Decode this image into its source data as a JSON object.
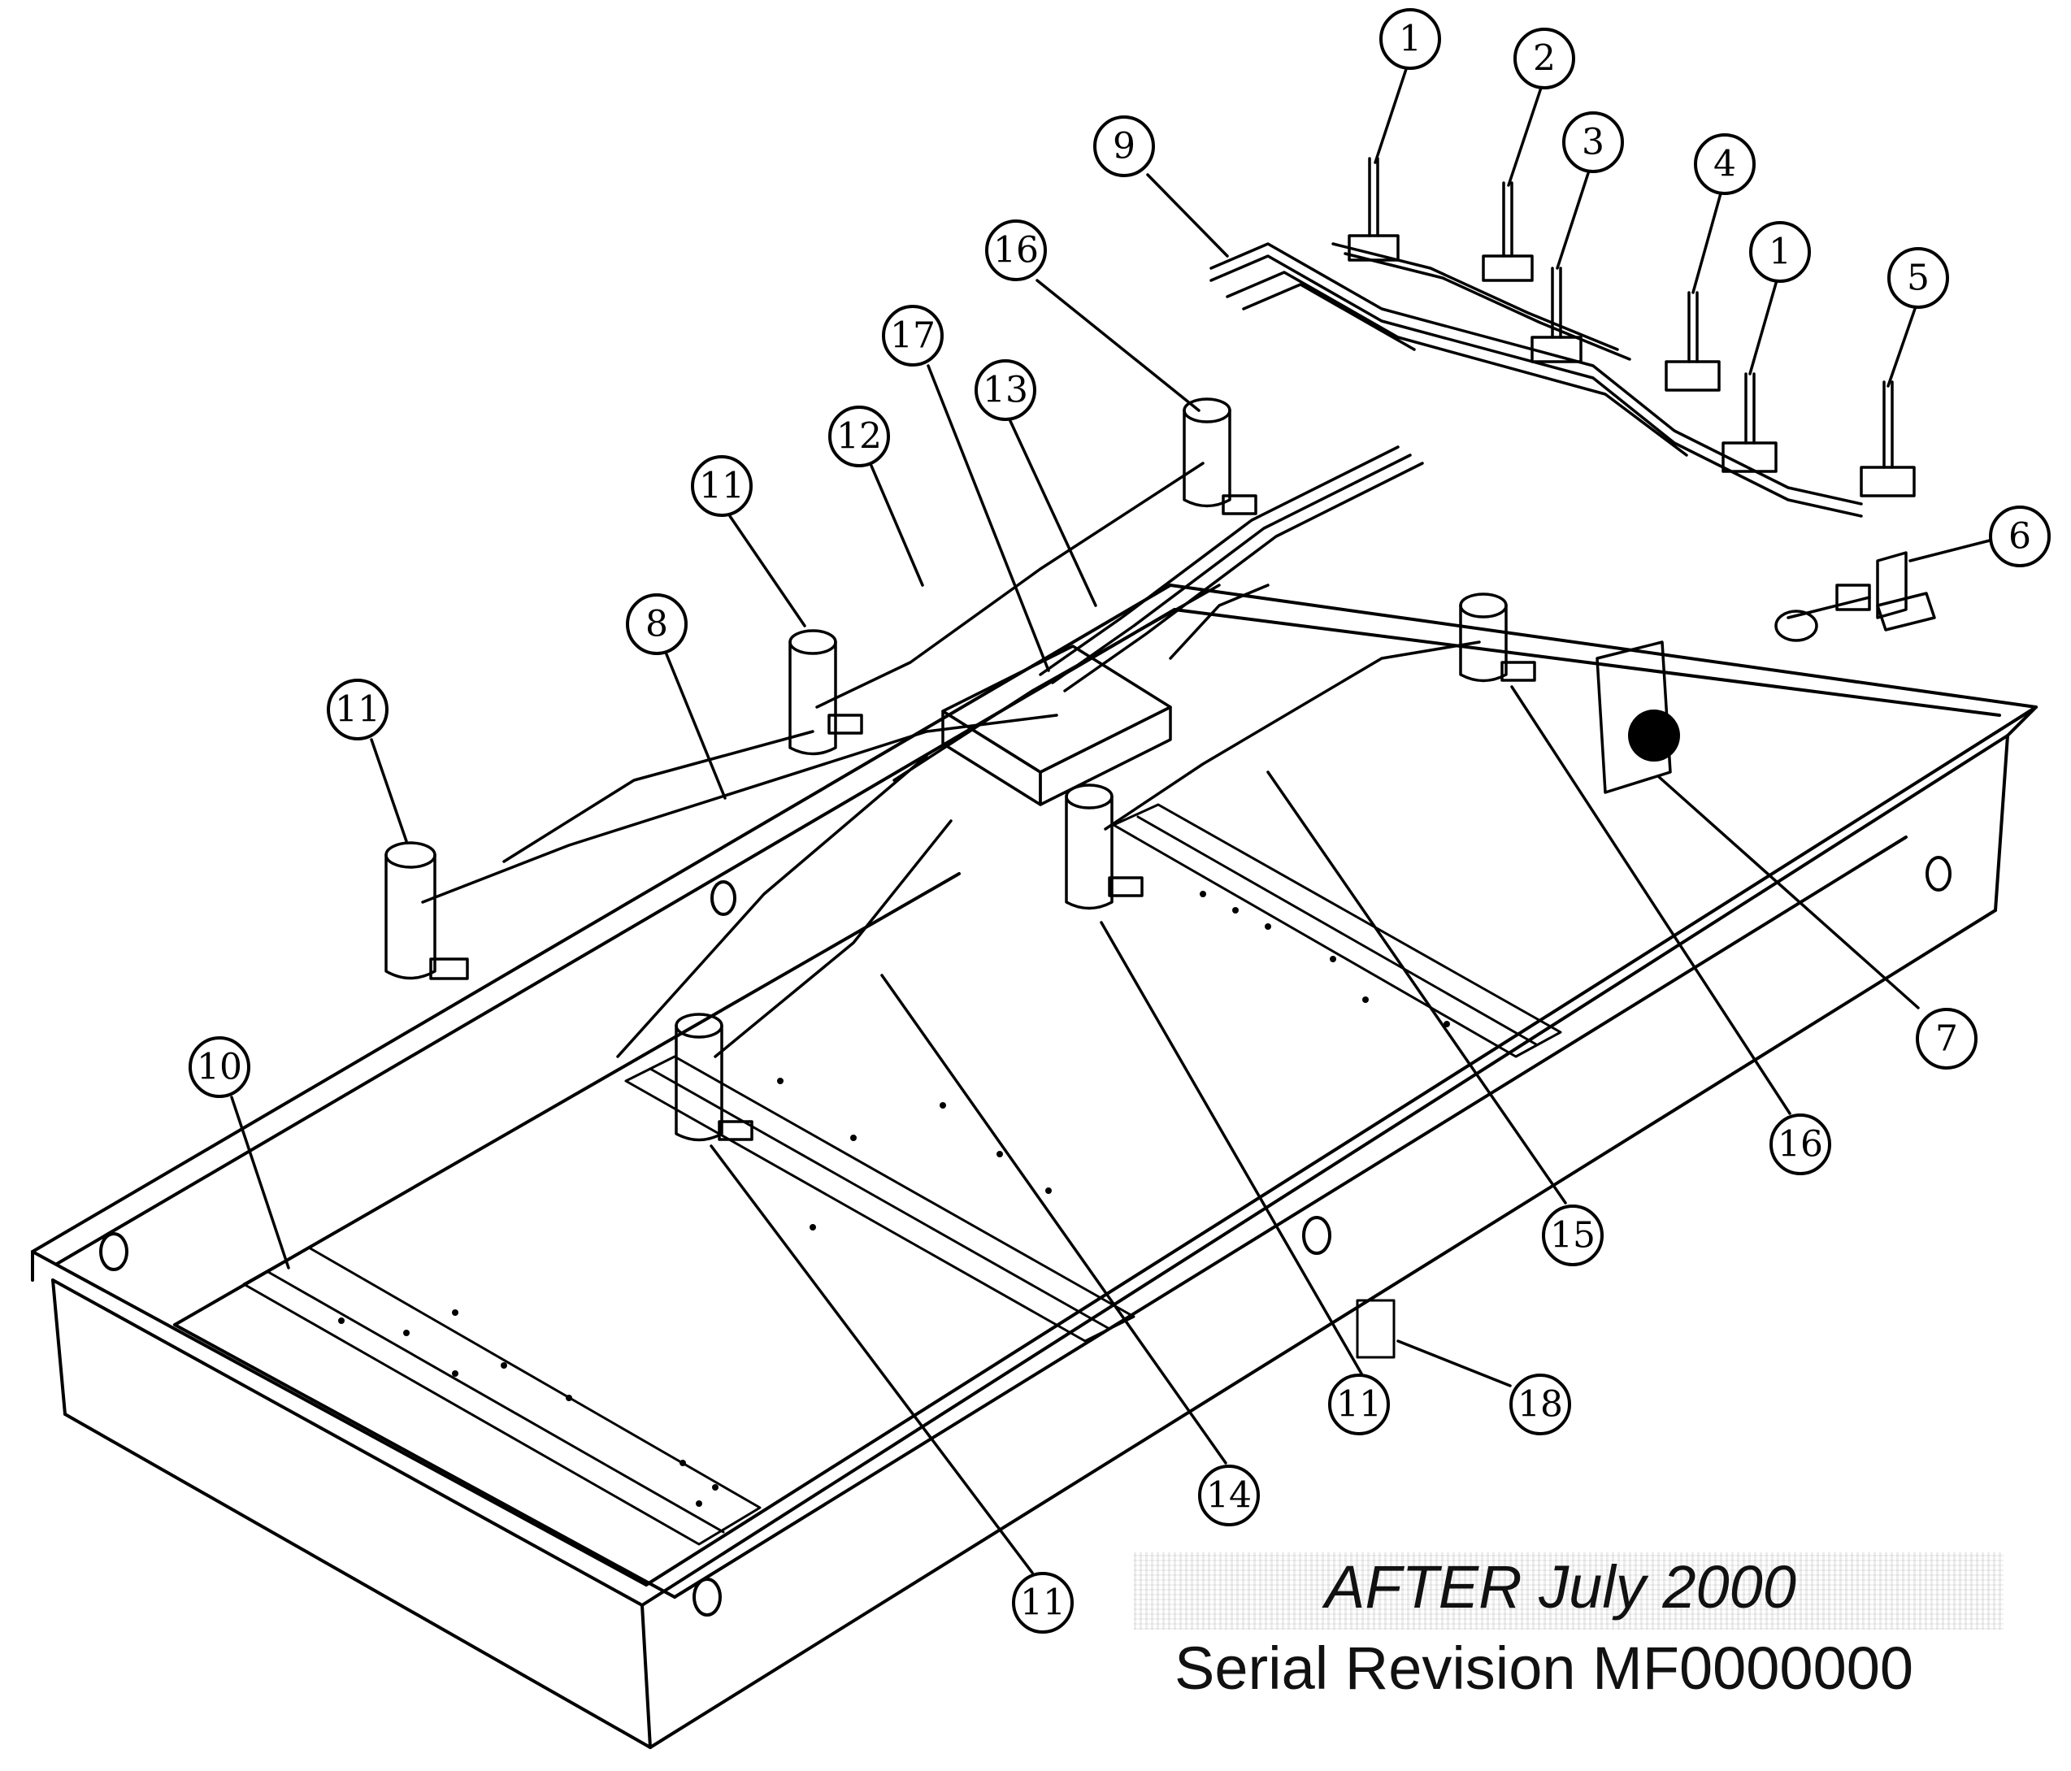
{
  "callouts": [
    "1",
    "2",
    "3",
    "4",
    "1",
    "5",
    "6",
    "9",
    "16",
    "17",
    "13",
    "12",
    "11",
    "8",
    "11",
    "7",
    "16",
    "15",
    "10",
    "11",
    "14",
    "11",
    "18"
  ],
  "caption": {
    "line1": "AFTER July 2000",
    "line2": "Serial Revision MF0000000"
  }
}
